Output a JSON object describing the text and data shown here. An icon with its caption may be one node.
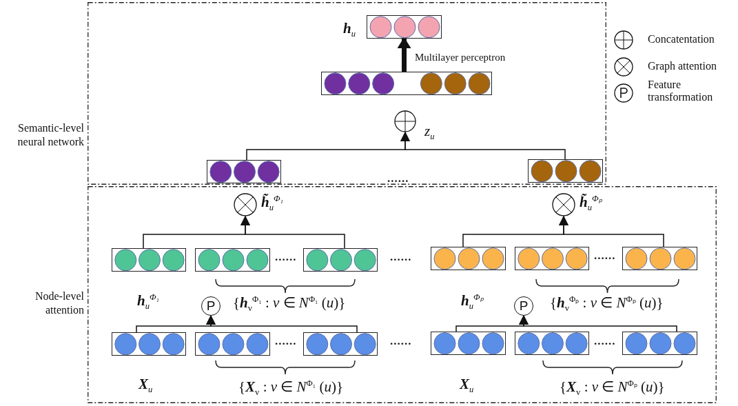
{
  "diagram": {
    "nodes": [
      {
        "text": [
          "Semantic-level neural network"
        ]
      },
      {
        "text": [],
        "shape": "box",
        "in": 0,
        "beside": [
          "**h**$_{u}$"
        ]
      },
      {
        "text": [],
        "shape": "box",
        "in": 0
      },
      {
        "text": [],
        "shape": "circle",
        "in": 0,
        "beside": [
          "*z*$_{u}$"
        ]
      },
      {
        "text": [],
        "shape": "box",
        "in": 0
      },
      {
        "text": [],
        "shape": "box",
        "in": 0
      },
      {
        "text": [
          "Node-level attention"
        ]
      },
      {
        "text": [],
        "shape": "circle",
        "in": 6,
        "beside": [
          "**h̃**$_{u}$$^{Φ₁}$"
        ]
      },
      {
        "text": [],
        "shape": "box",
        "in": 6,
        "beside": [
          "**h**$_{u}$$^{Φ₁}$"
        ]
      },
      {
        "text": [],
        "shape": "box",
        "in": 6
      },
      {
        "text": [],
        "shape": "box",
        "in": 6
      },
      {
        "text": [
          "P"
        ],
        "in": 6
      },
      {
        "text": [],
        "shape": "box",
        "in": 6,
        "beside": [
          "**X**$_{u}$"
        ]
      },
      {
        "text": [],
        "shape": "box",
        "in": 6
      },
      {
        "text": [],
        "shape": "box",
        "in": 6
      },
      {
        "text": [],
        "shape": "circle",
        "in": 6,
        "beside": [
          "**h̃**$_{u}$$^{Φₚ}$"
        ]
      },
      {
        "text": [],
        "shape": "box",
        "in": 6,
        "beside": [
          "**h**$_{u}$$^{Φₚ}$"
        ]
      },
      {
        "text": [],
        "shape": "box",
        "in": 6
      },
      {
        "text": [],
        "shape": "box",
        "in": 6
      },
      {
        "text": [
          "P"
        ],
        "in": 6
      },
      {
        "text": [],
        "shape": "box",
        "in": 6,
        "beside": [
          "**X**$_{u}$"
        ]
      },
      {
        "text": [],
        "shape": "box",
        "in": 6
      },
      {
        "text": [],
        "shape": "box",
        "in": 6
      }
    ],
    "edges": [
      {
        "from": 2,
        "to": 1,
        "arrow": "to",
        "label": "Multilayer perceptron",
        "style": "thick"
      },
      {
        "from": 4,
        "to": 3,
        "arrow": "to"
      },
      {
        "from": 5,
        "to": 3,
        "arrow": "to"
      },
      {
        "from": 8,
        "to": 7,
        "arrow": "to"
      },
      {
        "from": 10,
        "to": 7,
        "arrow": "to"
      },
      {
        "from": 12,
        "to": 11,
        "arrow": "to"
      },
      {
        "from": 14,
        "to": 11,
        "arrow": "to"
      },
      {
        "from": 16,
        "to": 15,
        "arrow": "to"
      },
      {
        "from": 18,
        "to": 15,
        "arrow": "to"
      },
      {
        "from": 20,
        "to": 19,
        "arrow": "to"
      },
      {
        "from": 22,
        "to": 19,
        "arrow": "to"
      }
    ],
    "labels": [
      "......",
      "......",
      "......",
      "......",
      "{**h**$_{v}$$^{Φ₁}$ : *v* ∈ *N*$^{Φ₁}$ (*u*)}",
      "{**h**$_{v}$$^{Φₚ}$ : *v* ∈ *N*$^{Φₚ}$ (*u*)}",
      "......",
      "......",
      "......",
      "{**X**$_{v}$ : *v* ∈ *N*$^{Φ₁}$ (*u*)}",
      "{**X**$_{v}$ : *v* ∈ *N*$^{Φₚ}$ (*u*)}"
    ],
    "legend": [
      {
        "text": "Concatentation"
      },
      {
        "text": "Graph attention"
      },
      {
        "text": "Feature transformation"
      }
    ]
  }
}
